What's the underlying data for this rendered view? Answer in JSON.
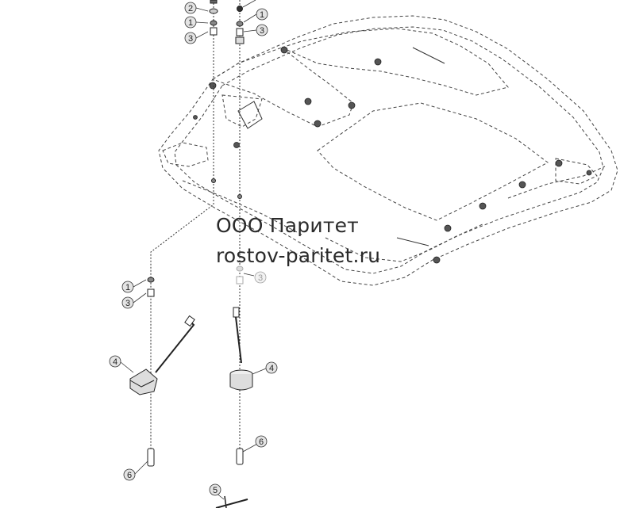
{
  "watermark": {
    "company": "ООО Паритет",
    "site": "rostov-paritet.ru"
  },
  "callouts": {
    "label_1": "1",
    "label_2": "2",
    "label_3": "3",
    "label_4": "4",
    "label_5": "5",
    "label_6": "6"
  },
  "colors": {
    "line": "#222222",
    "dash": "#444444",
    "callout_fill": "#e4e4e4"
  }
}
